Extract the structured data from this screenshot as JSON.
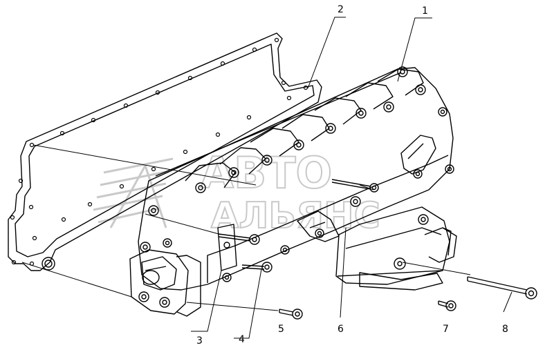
{
  "callouts": [
    {
      "id": "1",
      "label": "1"
    },
    {
      "id": "2",
      "label": "2"
    },
    {
      "id": "3",
      "label": "3"
    },
    {
      "id": "4",
      "label": "4"
    },
    {
      "id": "5",
      "label": "5"
    },
    {
      "id": "6",
      "label": "6"
    },
    {
      "id": "7",
      "label": "7"
    },
    {
      "id": "8",
      "label": "8"
    }
  ],
  "watermark": {
    "line1": "АВТО",
    "line2": "АЛЬЯНС"
  },
  "colors": {
    "stroke": "#000000",
    "watermark": "#c9c9c9",
    "background": "#ffffff"
  }
}
